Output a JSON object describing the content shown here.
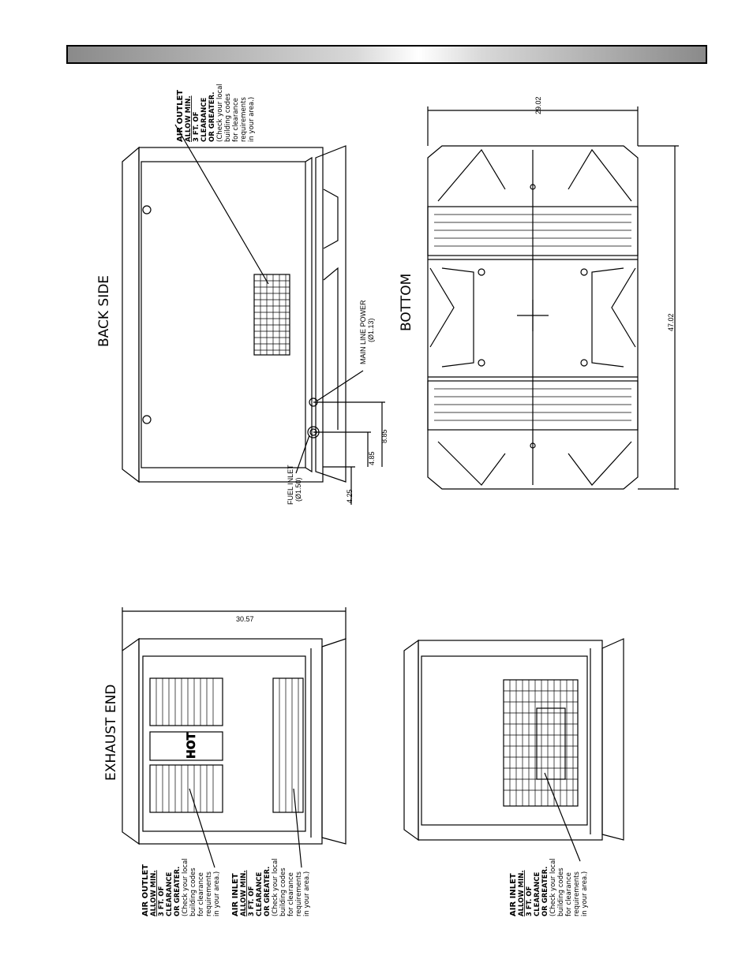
{
  "header": {
    "title": ""
  },
  "back_side": {
    "title": "BACK SIDE",
    "air_outlet_note": [
      "AIR OUTLET",
      "ALLOW MIN.",
      "3 FT. OF",
      "CLEARANCE",
      "OR GREATER.",
      "(Check your local",
      "building codes",
      "for clearance",
      "requirements",
      "in your area.)"
    ],
    "main_line_power": [
      "MAIN LINE POWER",
      "(Ø1.13)"
    ],
    "fuel_inlet": [
      "FUEL INLET",
      "(Ø1.50)"
    ],
    "dims": [
      "4.25",
      "4.85",
      "8.85"
    ]
  },
  "bottom": {
    "title": "BOTTOM",
    "dims": [
      "29.02",
      "47.02"
    ]
  },
  "exhaust_end": {
    "title": "EXHAUST END",
    "hot_label": "HOT",
    "dim_width": "30.57",
    "air_outlet_note": [
      "AIR OUTLET",
      "ALLOW MIN.",
      "3 FT. OF",
      "CLEARANCE",
      "OR GREATER.",
      "(Check your local",
      "building codes",
      "for clearance",
      "requirements",
      "in your area.)"
    ],
    "air_inlet_note": [
      "AIR INLET",
      "ALLOW MIN.",
      "3 FT. OF",
      "CLEARANCE",
      "OR GREATER.",
      "(Check your local",
      "building codes",
      "for clearance",
      "requirements",
      "in your area.)"
    ]
  },
  "intake_end": {
    "air_inlet_note": [
      "AIR INLET",
      "ALLOW MIN.",
      "3 FT. OF",
      "CLEARANCE",
      "OR GREATER.",
      "(Check your local",
      "building codes",
      "for clearance",
      "requirements",
      "in your area.)"
    ]
  }
}
